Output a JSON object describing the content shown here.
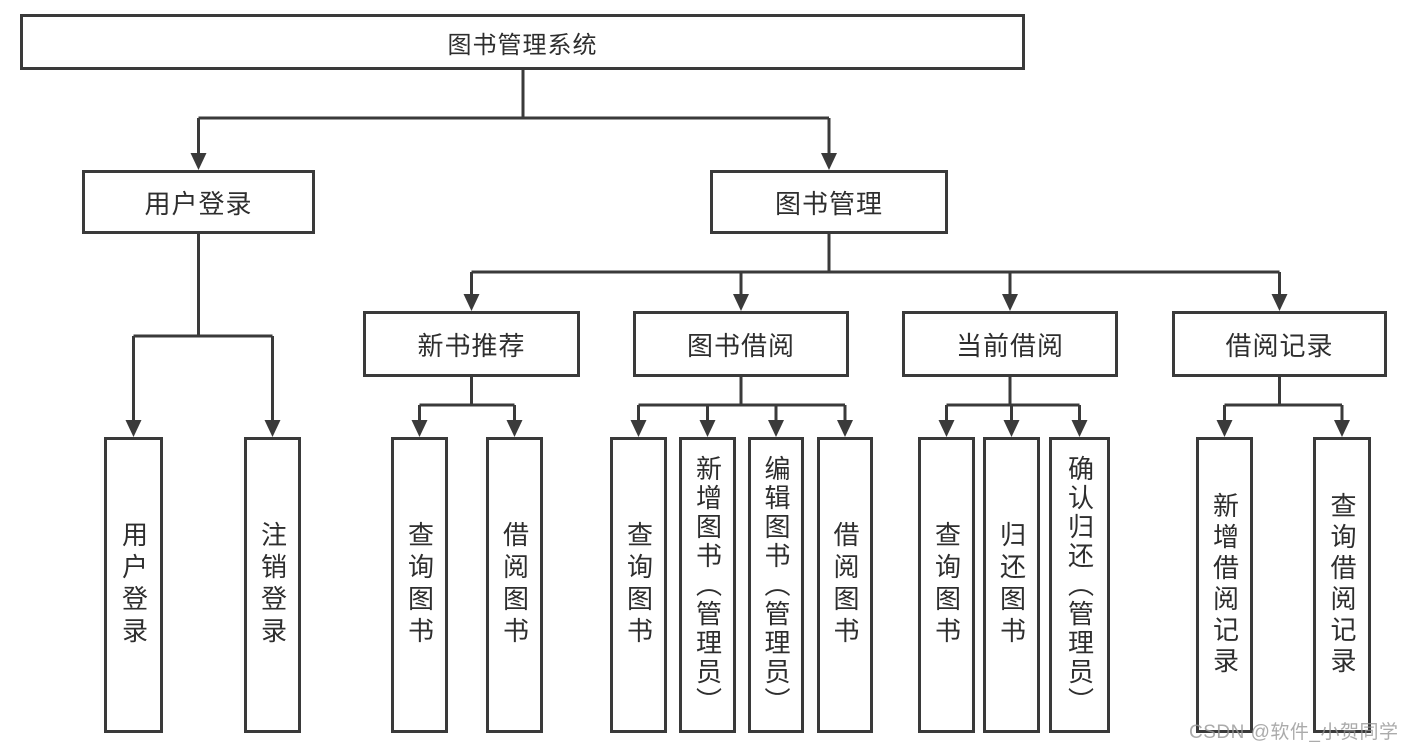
{
  "diagram": {
    "title_node": "图书管理系统",
    "nodes": {
      "user_login": "用户登录",
      "book_mgmt": "图书管理",
      "new_book_rec": "新书推荐",
      "book_borrow": "图书借阅",
      "current_borrow": "当前借阅",
      "borrow_records": "借阅记录",
      "leaf_user_login": "用户登录",
      "leaf_logout": "注销登录",
      "leaf_query_books_rec": "查询图书",
      "leaf_borrow_books_rec": "借阅图书",
      "leaf_query_books_borrow": "查询图书",
      "leaf_add_books_admin": "新增图书（管理员）",
      "leaf_edit_books_admin": "编辑图书（管理员）",
      "leaf_borrow_books": "借阅图书",
      "leaf_query_books_current": "查询图书",
      "leaf_return_books": "归还图书",
      "leaf_confirm_return_admin": "确认归还（管理员）",
      "leaf_add_borrow_record": "新增借阅记录",
      "leaf_query_borrow_record": "查询借阅记录"
    },
    "colors": {
      "line": "#3a3a3a",
      "text": "#2e2e2e",
      "background": "#ffffff",
      "watermark": "#969696"
    }
  },
  "watermark": {
    "text": "CSDN @软件_小贺同学"
  }
}
